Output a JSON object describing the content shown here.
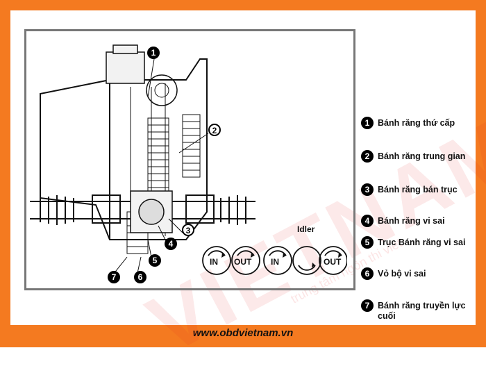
{
  "legend": [
    {
      "num": "1",
      "label": "Bánh răng thứ cấp"
    },
    {
      "num": "2",
      "label": "Bánh răng trung gian"
    },
    {
      "num": "3",
      "label": "Bánh răng bán trục"
    },
    {
      "num": "4",
      "label": "Bánh răng vi sai"
    },
    {
      "num": "5",
      "label": "Trục Bánh răng vi sai"
    },
    {
      "num": "6",
      "label": "Vỏ bộ vi sai"
    },
    {
      "num": "7",
      "label": "Bánh răng truyền lực cuối"
    }
  ],
  "callouts": [
    "1",
    "2",
    "3",
    "4",
    "5",
    "6",
    "7"
  ],
  "flow": {
    "idler_label": "Idler",
    "in_label": "IN",
    "out_label": "OUT"
  },
  "footer": {
    "url": "www.obdvietnam.vn"
  },
  "watermark": {
    "logo_text": "VIETNAM",
    "tagline": "trung tâm ngôn thi viet"
  },
  "colors": {
    "brand_orange": "#f47a20",
    "ink": "#111111",
    "frame_gray": "#777777"
  }
}
